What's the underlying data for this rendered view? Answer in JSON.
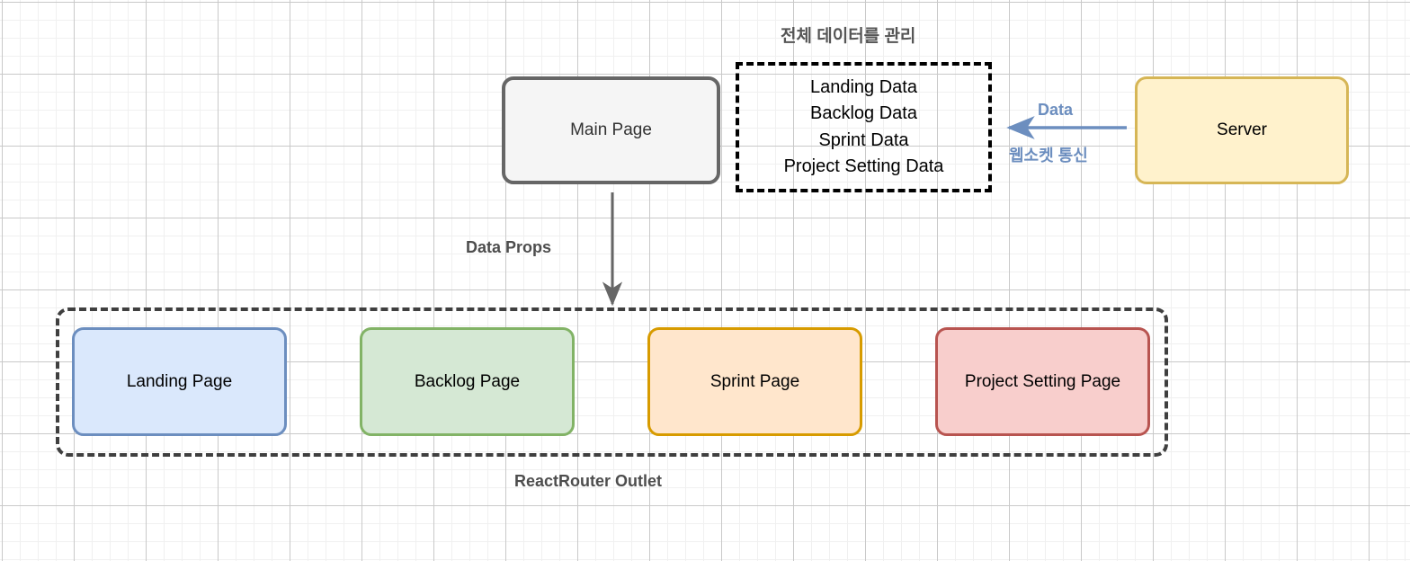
{
  "diagram": {
    "title_note": "전체 데이터를 관리",
    "outlet_label": "ReactRouter Outlet",
    "props_label": "Data Props",
    "colors": {
      "main_fill": "#f5f5f5",
      "main_stroke": "#666666",
      "server_fill": "#fff2cc",
      "server_stroke": "#d6b656",
      "landing_fill": "#dae8fc",
      "landing_stroke": "#6c8ebf",
      "backlog_fill": "#d5e8d4",
      "backlog_stroke": "#82b366",
      "sprint_fill": "#ffe6cc",
      "sprint_stroke": "#d79b00",
      "setting_fill": "#f8cecc",
      "setting_stroke": "#b85450",
      "arrow_blue": "#6c8ebf",
      "arrow_gray": "#666666",
      "dashed_black": "#000000",
      "dashed_gray": "#3f3f3f"
    }
  },
  "nodes": {
    "main_page": "Main Page",
    "server": "Server",
    "landing_page": "Landing Page",
    "backlog_page": "Backlog Page",
    "sprint_page": "Sprint Page",
    "project_setting_page": "Project Setting Page"
  },
  "data_box": {
    "items": [
      "Landing Data",
      "Backlog Data",
      "Sprint Data",
      "Project Setting Data"
    ],
    "text": "Landing Data\nBacklog Data\nSprint Data\nProject Setting Data"
  },
  "edges": {
    "server_to_data_top": "Data",
    "server_to_data_bottom": "웹소켓 통신",
    "main_to_outlet": "Data Props"
  }
}
